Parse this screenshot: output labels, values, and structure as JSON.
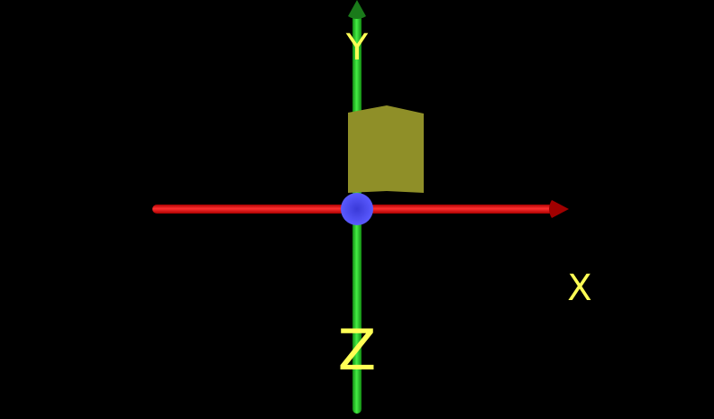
{
  "scene": {
    "labels": {
      "x": "X",
      "y": "Y",
      "z": "Z"
    },
    "colors": {
      "background": "#000000",
      "x_axis": "#ff1a1a",
      "y_axis": "#22cc22",
      "origin": "#4444ee",
      "box": "#8f8f28",
      "label": "#ffff55"
    }
  }
}
